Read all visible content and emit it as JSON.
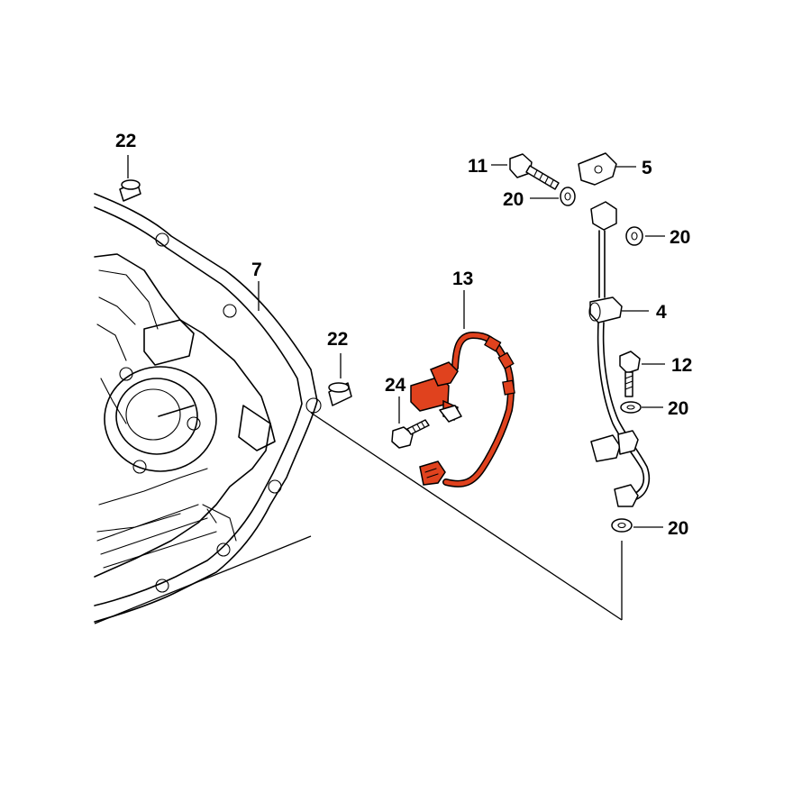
{
  "colors": {
    "background": "#ffffff",
    "line": "#000000",
    "highlight": "#e0421e"
  },
  "callouts": {
    "c22a": "22",
    "c22b": "22",
    "c7": "7",
    "c11": "11",
    "c5": "5",
    "c20a": "20",
    "c20b": "20",
    "c4": "4",
    "c13": "13",
    "c24": "24",
    "c12": "12",
    "c20c": "20",
    "c20d": "20"
  }
}
